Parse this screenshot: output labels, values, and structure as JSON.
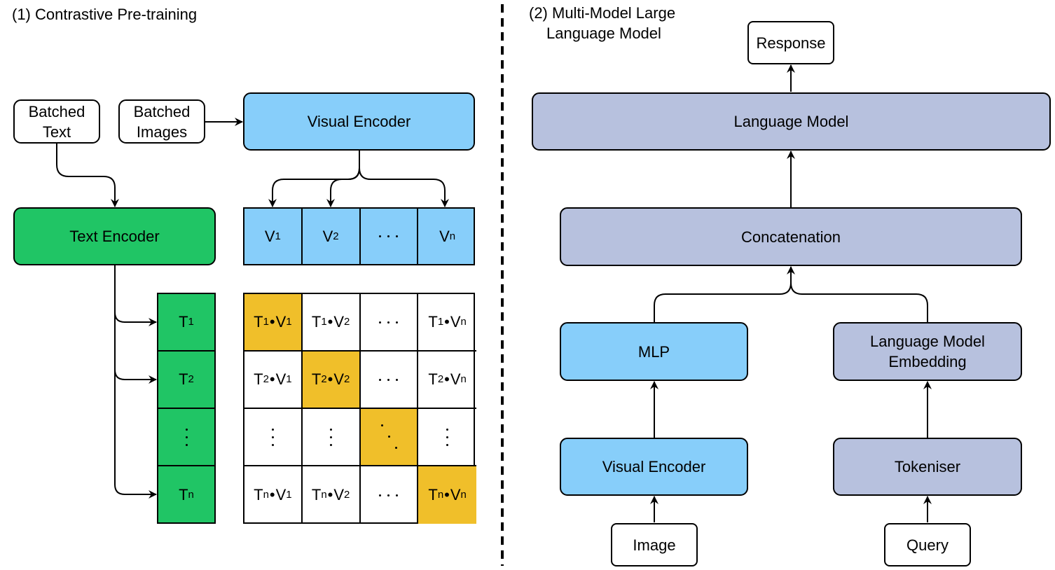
{
  "left": {
    "title": "(1) Contrastive Pre-training",
    "batched_text": [
      "Batched",
      "Text"
    ],
    "batched_images": [
      "Batched",
      "Images"
    ],
    "visual_encoder": "Visual Encoder",
    "text_encoder": "Text Encoder",
    "v_labels": [
      {
        "b": "V",
        "s": "1"
      },
      {
        "b": "V",
        "s": "2"
      },
      {
        "b": "",
        "s": ""
      },
      {
        "b": "V",
        "s": "n"
      }
    ],
    "t_labels": [
      {
        "b": "T",
        "s": "1"
      },
      {
        "b": "T",
        "s": "2"
      },
      {
        "b": "",
        "s": ""
      },
      {
        "b": "T",
        "s": "n"
      }
    ],
    "matrix_rows": [
      [
        {
          "t": "1",
          "v": "1"
        },
        {
          "t": "1",
          "v": "2"
        },
        null,
        {
          "t": "1",
          "v": "n"
        }
      ],
      [
        {
          "t": "2",
          "v": "1"
        },
        {
          "t": "2",
          "v": "2"
        },
        null,
        {
          "t": "2",
          "v": "n"
        }
      ],
      [
        "vd",
        "vd",
        "diag",
        "vd"
      ],
      [
        {
          "t": "n",
          "v": "1"
        },
        {
          "t": "n",
          "v": "2"
        },
        null,
        {
          "t": "n",
          "v": "n"
        }
      ]
    ],
    "highlight_color": "#f0bf2a"
  },
  "right": {
    "title": [
      "(2) Multi-Model Large",
      "Language Model"
    ],
    "response": "Response",
    "language_model": "Language Model",
    "concatenation": "Concatenation",
    "mlp": "MLP",
    "lm_embedding": [
      "Language Model",
      "Embedding"
    ],
    "visual_encoder": "Visual Encoder",
    "tokeniser": "Tokeniser",
    "image": "Image",
    "query": "Query"
  },
  "colors": {
    "blue": "#87cefa",
    "green": "#20c565",
    "lavender": "#b7c1de",
    "gold": "#f0bf2a"
  }
}
